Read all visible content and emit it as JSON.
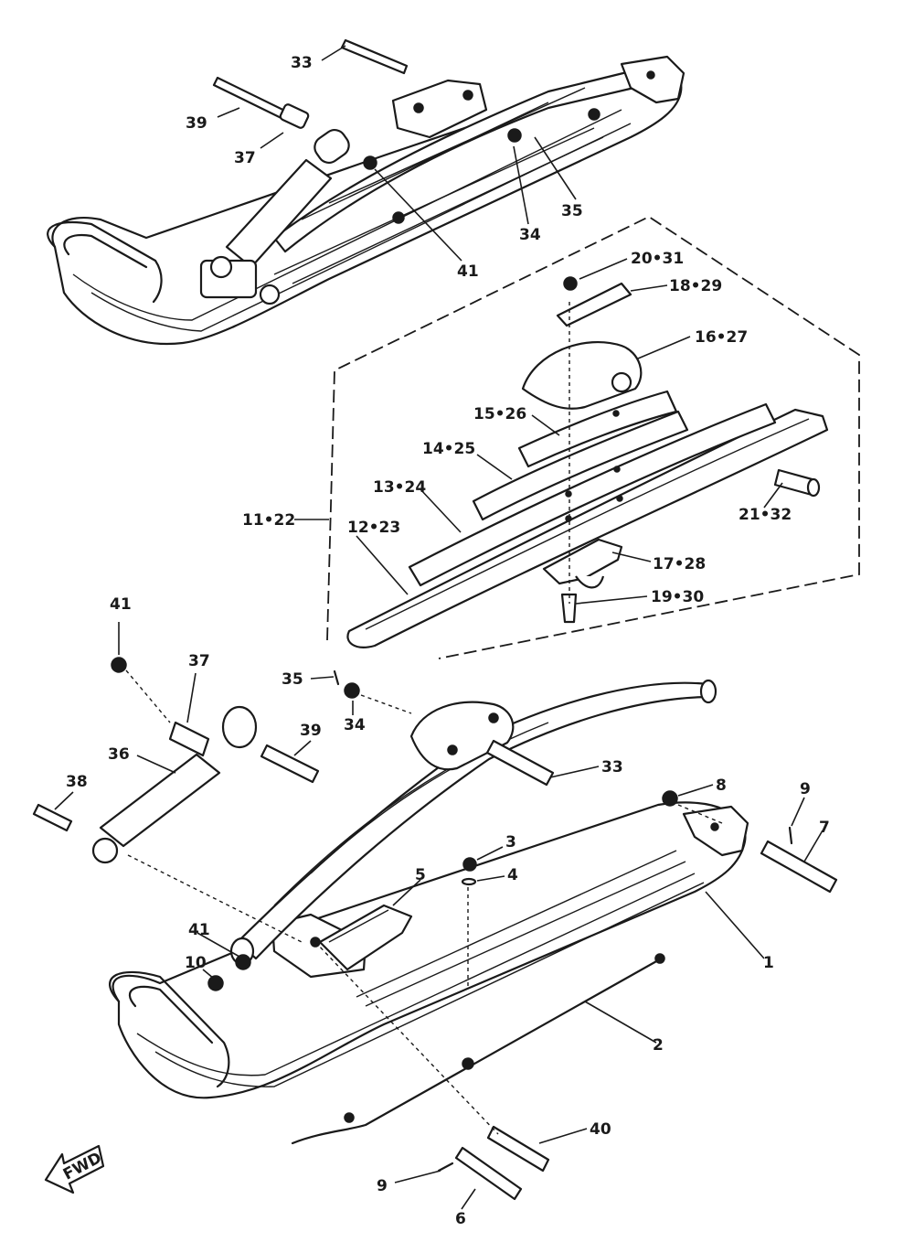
{
  "fwd_label": "FWD",
  "callouts": {
    "c33a": "33",
    "c39a": "39",
    "c37a": "37",
    "c41a": "41",
    "c34a": "34",
    "c35a": "35",
    "c20_31": "20•31",
    "c18_29": "18•29",
    "c16_27": "16•27",
    "c15_26": "15•26",
    "c14_25": "14•25",
    "c13_24": "13•24",
    "c11_22": "11•22",
    "c12_23": "12•23",
    "c21_32": "21•32",
    "c17_28": "17•28",
    "c19_30": "19•30",
    "c41b": "41",
    "c37b": "37",
    "c35b": "35",
    "c34b": "34",
    "c39b": "39",
    "c36": "36",
    "c38": "38",
    "c33b": "33",
    "c8": "8",
    "c9a": "9",
    "c7": "7",
    "c3": "3",
    "c4": "4",
    "c5": "5",
    "c1": "1",
    "c41c": "41",
    "c10": "10",
    "c2": "2",
    "c40": "40",
    "c9b": "9",
    "c6": "6"
  }
}
